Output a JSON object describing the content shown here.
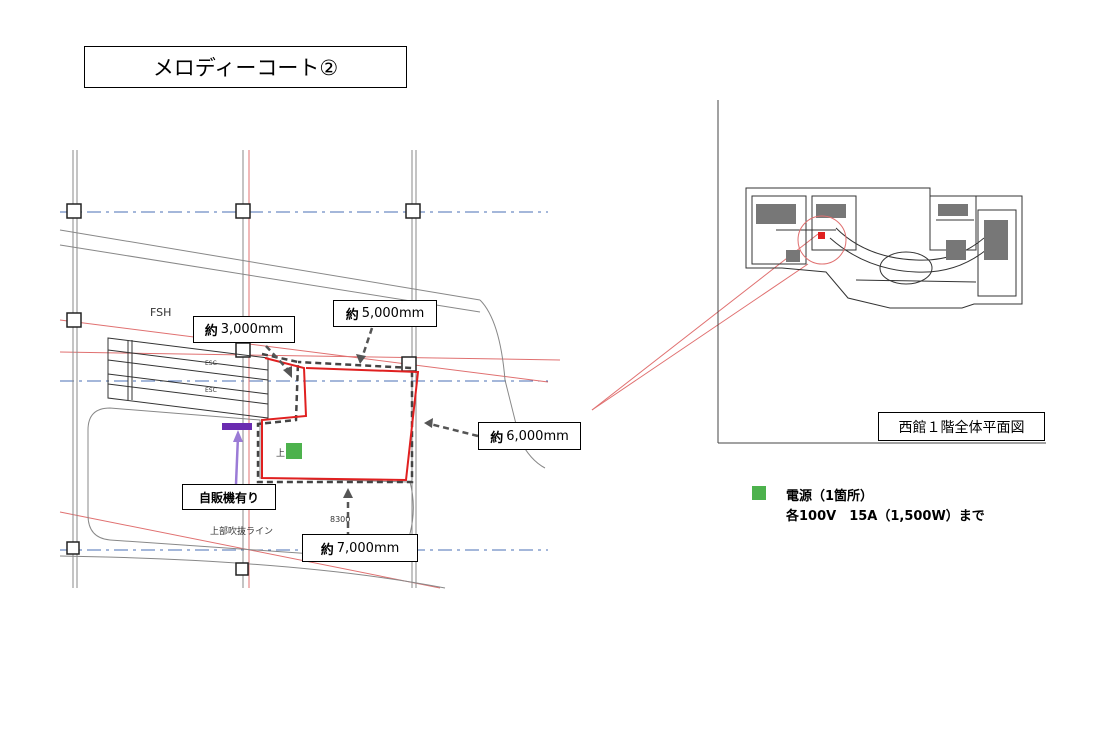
{
  "title": "メロディーコート②",
  "dimensions": {
    "prefix": "約",
    "width_top": "3,000mm",
    "width_top2": "5,000mm",
    "depth_right": "6,000mm",
    "width_bottom": "7,000mm"
  },
  "vending_machine_label": "自販機有り",
  "plan_labels": {
    "fsh": "FSH",
    "upper_void": "上部吹抜ライン",
    "dim_8300": "8300",
    "up": "上",
    "esc1": "ESC",
    "esc2": "ESC"
  },
  "overview_caption": "西館１階全体平面図",
  "legend": {
    "title": "電源（1箇所）",
    "detail": "各100V　15A（1,500W）まで"
  },
  "colors": {
    "area_outline": "#e02020",
    "power_marker": "#4db24d",
    "vending_marker": "#6a2bb0",
    "arrow": "#555555"
  }
}
